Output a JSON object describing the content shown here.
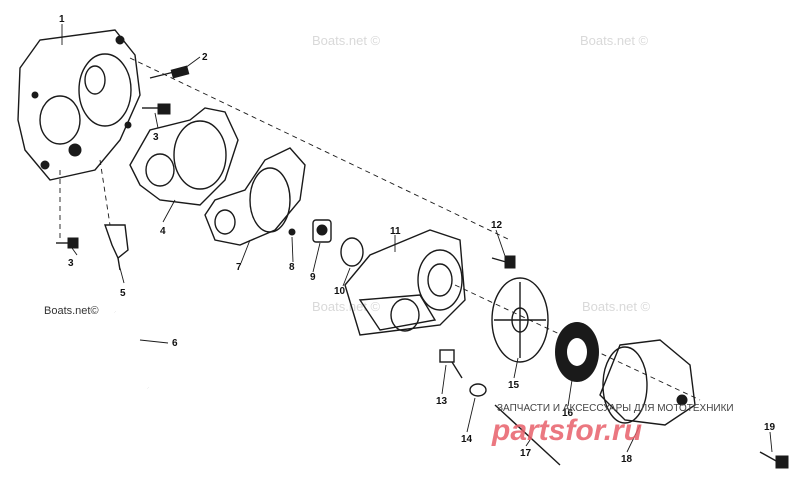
{
  "watermarks": {
    "boats_top_center": "Boats.net ©",
    "boats_top_right": "Boats.net ©",
    "boats_left": "Boats.net©",
    "boats_mid": "Boats.net ©",
    "boats_right": "Boats.net ©"
  },
  "shop_watermark": {
    "tagline": "ЗАПЧАСТИ И АКСЕССУАРЫ ДЛЯ МОТОТЕХНИКИ",
    "brand": "partsfor.ru"
  },
  "callouts": [
    "1",
    "2",
    "3",
    "3",
    "4",
    "5",
    "6",
    "7",
    "8",
    "9",
    "10",
    "11",
    "12",
    "13",
    "14",
    "15",
    "16",
    "17",
    "18",
    "19"
  ]
}
